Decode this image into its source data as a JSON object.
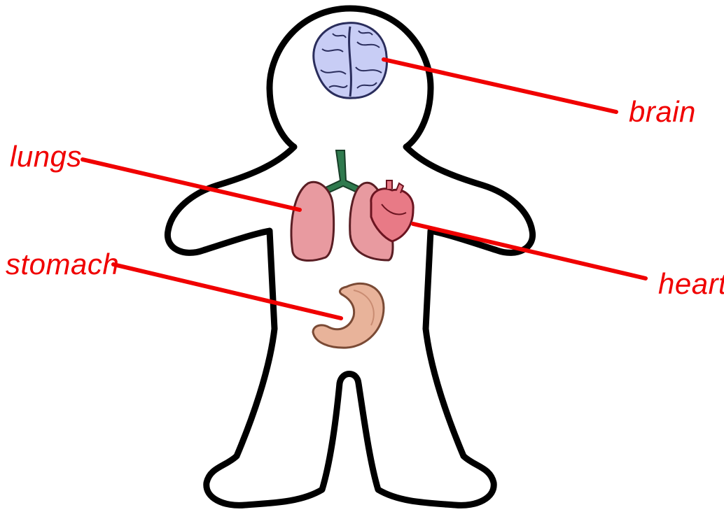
{
  "diagram": {
    "labels": {
      "brain": "brain",
      "lungs": "lungs",
      "stomach": "stomach",
      "heart": "heart"
    },
    "colors": {
      "label": "#f00000",
      "leader_line": "#f00000",
      "outline": "#000000",
      "brain_fill": "#c8cdf5",
      "brain_stroke": "#2a2d5c",
      "lung_fill": "#e89aa0",
      "heart_fill": "#e87a86",
      "trachea_fill": "#2f7a4e",
      "stomach_fill": "#e8b39a"
    },
    "icons": {
      "brain": "brain-icon",
      "lungs": "lungs-icon",
      "heart": "heart-icon",
      "stomach": "stomach-icon",
      "body": "body-outline"
    }
  }
}
